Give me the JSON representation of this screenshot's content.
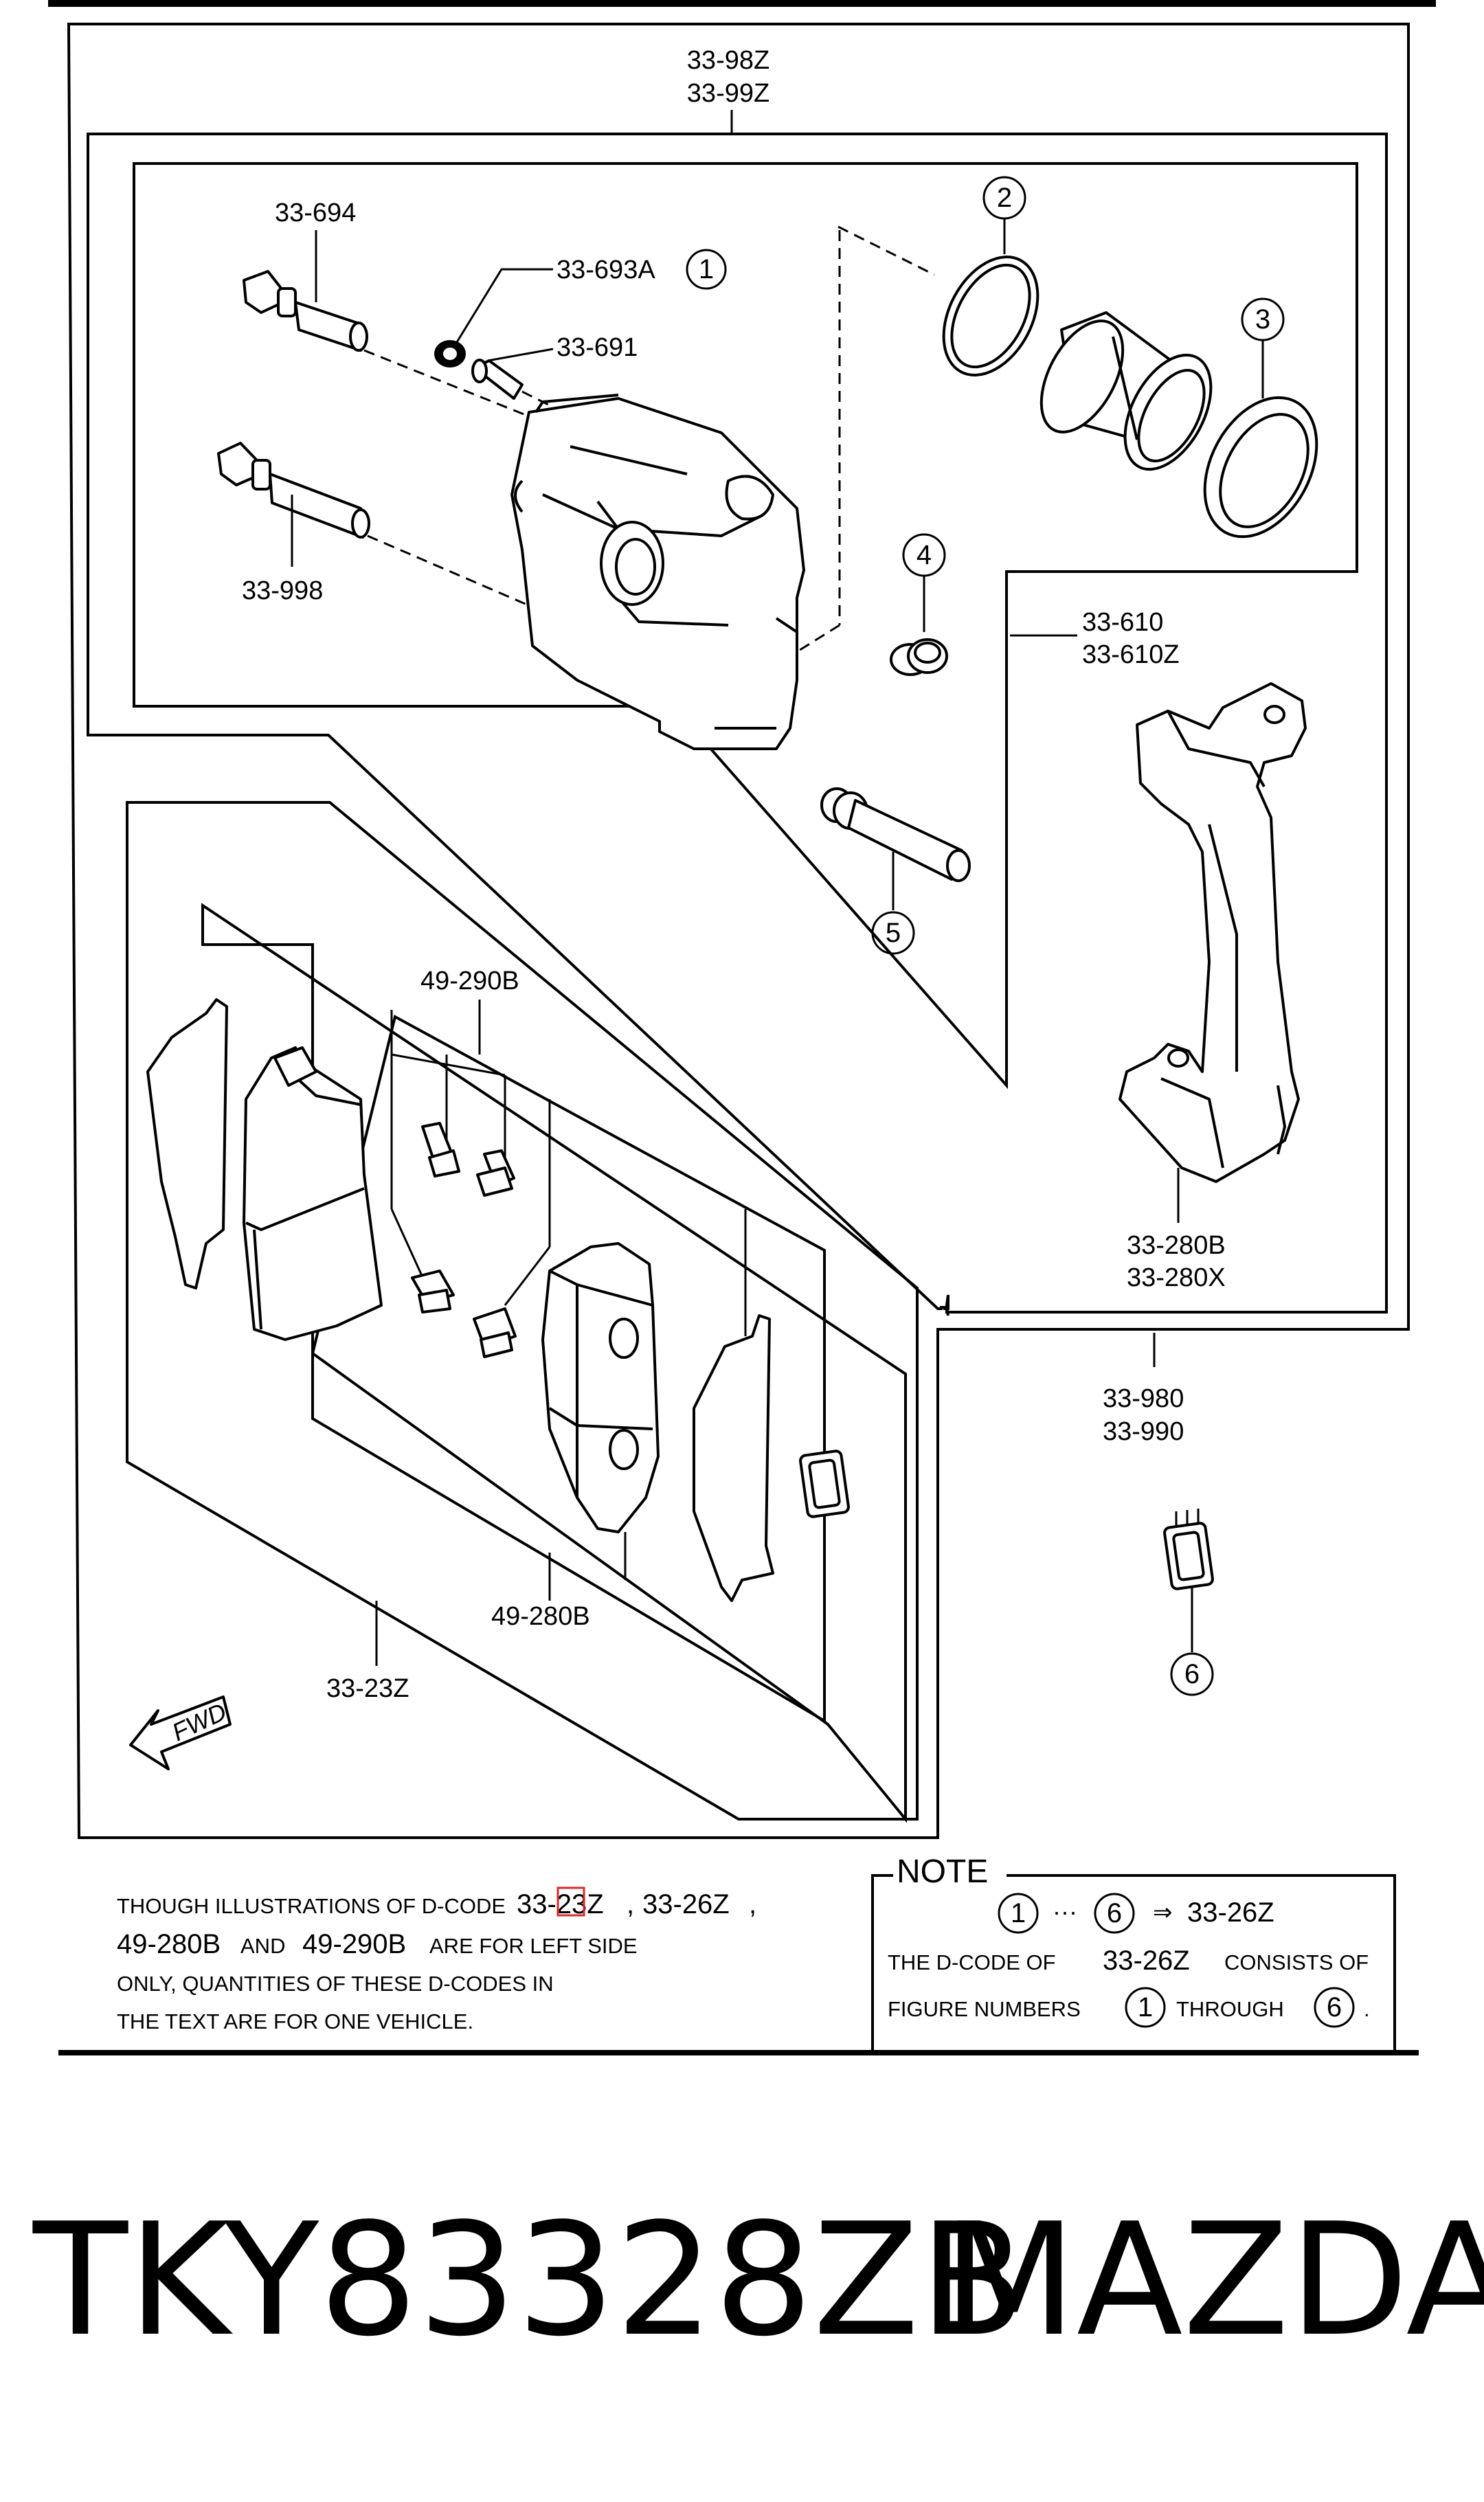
{
  "labels": {
    "assembly_1": "33-98Z",
    "assembly_2": "33-99Z",
    "bolt_upper": "33-694",
    "boot_1": "33-693A",
    "bleeder": "33-691",
    "bolt_lower": "33-998",
    "bracket_1": "33-610",
    "bracket_2": "33-610Z",
    "pad_kit": "49-290B",
    "clip_1": "33-280B",
    "clip_2": "33-280X",
    "kit_1": "33-980",
    "kit_2": "33-990",
    "pad_set": "49-280B",
    "shim_kit": "33-23Z",
    "fwd": "FWD"
  },
  "callouts": [
    "1",
    "2",
    "3",
    "4",
    "5",
    "6"
  ],
  "note_left": {
    "line1_prefix": "THOUGH ILLUSTRATIONS OF D-CODE",
    "line1_code_a": "33-23Z",
    "line1_sep": ",",
    "line1_code_b": "33-26Z",
    "line1_end": ",",
    "line2_code_a": "49-280B",
    "line2_and": "AND",
    "line2_code_b": "49-290B",
    "line2_rest": "ARE FOR LEFT SIDE",
    "line3": "ONLY, QUANTITIES OF THESE D-CODES IN",
    "line4": "THE TEXT ARE FOR ONE VEHICLE."
  },
  "note_box": {
    "title": "NOTE",
    "range_start": "1",
    "ellipsis": "···",
    "range_end": "6",
    "arrow": "⇒",
    "range_code": "33-26Z",
    "line2_prefix": "THE D-CODE OF",
    "line2_code": "33-26Z",
    "line2_rest": "CONSISTS OF",
    "line3_prefix": "FIGURE NUMBERS",
    "line3_from": "1",
    "line3_mid": "THROUGH",
    "line3_to": "6",
    "line3_end": "."
  },
  "footer": {
    "part_number": "TKY83328ZB",
    "brand": "MAZDA"
  },
  "colors": {
    "line": "#000000",
    "background": "#ffffff",
    "highlight_box": "#d92b2b"
  }
}
